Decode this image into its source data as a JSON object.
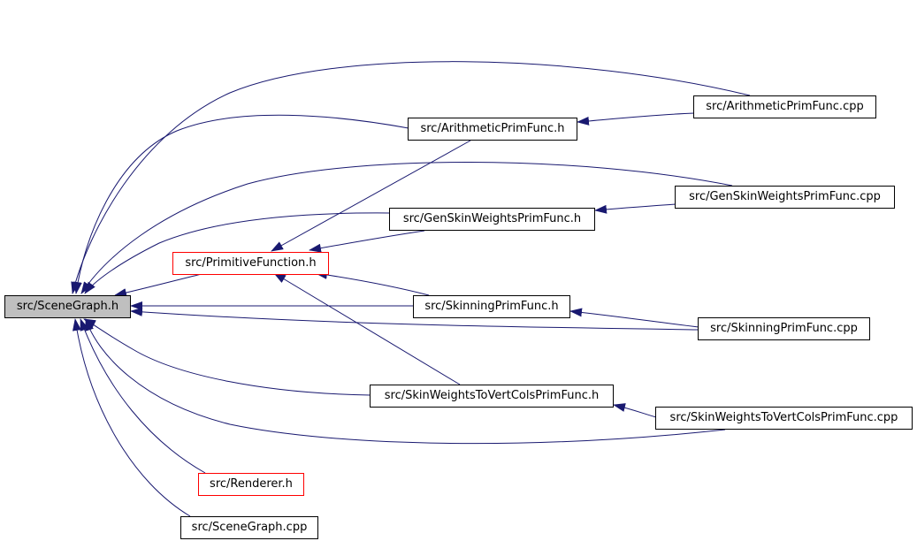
{
  "graph": {
    "edge_color": "#191970",
    "root_fill": "#bfbfbf",
    "highlight_border": "#ff0000",
    "nodes": {
      "scenegraph_h": "src/SceneGraph.h",
      "arith_h": "src/ArithmeticPrimFunc.h",
      "arith_cpp": "src/ArithmeticPrimFunc.cpp",
      "primfunc_h": "src/PrimitiveFunction.h",
      "genskin_h": "src/GenSkinWeightsPrimFunc.h",
      "genskin_cpp": "src/GenSkinWeightsPrimFunc.cpp",
      "skinning_h": "src/SkinningPrimFunc.h",
      "skinning_cpp": "src/SkinningPrimFunc.cpp",
      "skinvert_h": "src/SkinWeightsToVertColsPrimFunc.h",
      "skinvert_cpp": "src/SkinWeightsToVertColsPrimFunc.cpp",
      "renderer_h": "src/Renderer.h",
      "scenegraph_cpp": "src/SceneGraph.cpp"
    }
  }
}
